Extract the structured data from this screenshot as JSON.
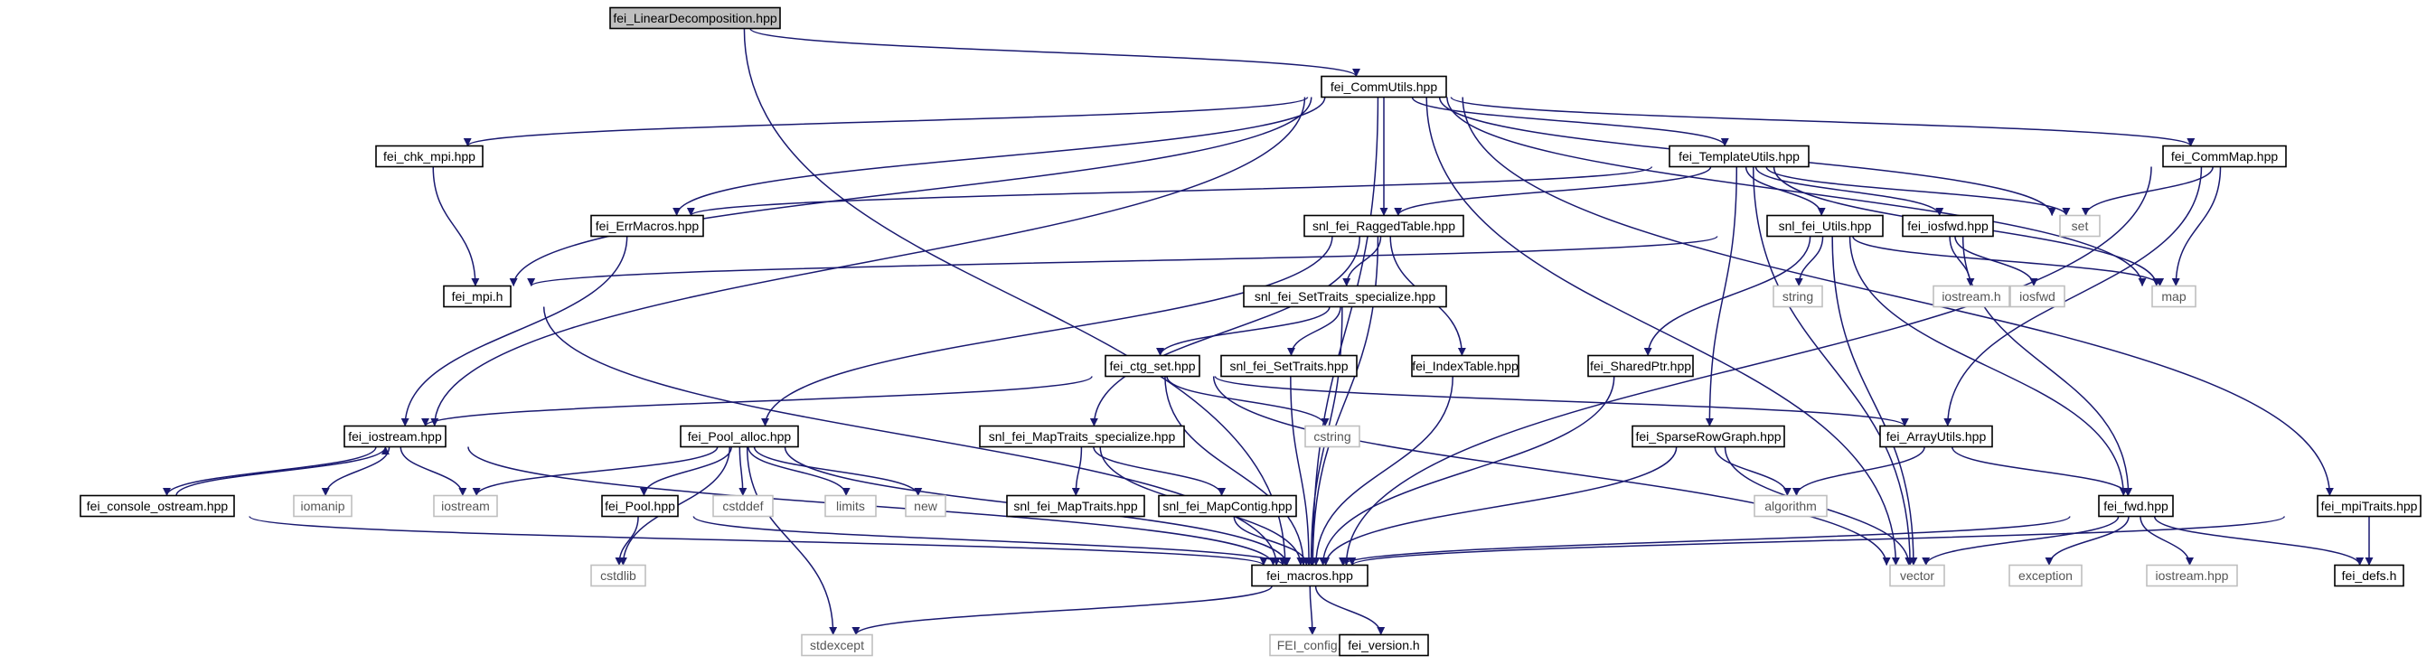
{
  "colors": {
    "edge": "#191970",
    "border_dark": "#000000",
    "border_light": "#bfbfbf",
    "text_dark": "#000000",
    "text_light": "#555555",
    "root_fill": "#bfbfbf",
    "node_fill": "#ffffff"
  },
  "nodes": [
    {
      "id": "fei_LinearDecomposition",
      "label": "fei_LinearDecomposition.hpp",
      "style": "root"
    },
    {
      "id": "fei_CommUtils",
      "label": "fei_CommUtils.hpp",
      "style": "file"
    },
    {
      "id": "fei_chk_mpi",
      "label": "fei_chk_mpi.hpp",
      "style": "file"
    },
    {
      "id": "fei_TemplateUtils",
      "label": "fei_TemplateUtils.hpp",
      "style": "file"
    },
    {
      "id": "fei_CommMap",
      "label": "fei_CommMap.hpp",
      "style": "file"
    },
    {
      "id": "fei_ErrMacros",
      "label": "fei_ErrMacros.hpp",
      "style": "file"
    },
    {
      "id": "snl_fei_RaggedTable",
      "label": "snl_fei_RaggedTable.hpp",
      "style": "file"
    },
    {
      "id": "snl_fei_Utils",
      "label": "snl_fei_Utils.hpp",
      "style": "file"
    },
    {
      "id": "fei_iosfwd",
      "label": "fei_iosfwd.hpp",
      "style": "file"
    },
    {
      "id": "set",
      "label": "set",
      "style": "system"
    },
    {
      "id": "fei_mpi",
      "label": "fei_mpi.h",
      "style": "file"
    },
    {
      "id": "snl_fei_SetTraits_specialize",
      "label": "snl_fei_SetTraits_specialize.hpp",
      "style": "file"
    },
    {
      "id": "string",
      "label": "string",
      "style": "system"
    },
    {
      "id": "iostream_h",
      "label": "iostream.h",
      "style": "system"
    },
    {
      "id": "iosfwd",
      "label": "iosfwd",
      "style": "system"
    },
    {
      "id": "map",
      "label": "map",
      "style": "system"
    },
    {
      "id": "fei_ctg_set",
      "label": "fei_ctg_set.hpp",
      "style": "file"
    },
    {
      "id": "snl_fei_SetTraits",
      "label": "snl_fei_SetTraits.hpp",
      "style": "file"
    },
    {
      "id": "fei_IndexTable",
      "label": "fei_IndexTable.hpp",
      "style": "file"
    },
    {
      "id": "fei_SharedPtr",
      "label": "fei_SharedPtr.hpp",
      "style": "file"
    },
    {
      "id": "fei_iostream",
      "label": "fei_iostream.hpp",
      "style": "file"
    },
    {
      "id": "fei_Pool_alloc",
      "label": "fei_Pool_alloc.hpp",
      "style": "file"
    },
    {
      "id": "cstring",
      "label": "cstring",
      "style": "system"
    },
    {
      "id": "snl_fei_MapTraits_specialize",
      "label": "snl_fei_MapTraits_specialize.hpp",
      "style": "file"
    },
    {
      "id": "fei_SparseRowGraph",
      "label": "fei_SparseRowGraph.hpp",
      "style": "file"
    },
    {
      "id": "fei_ArrayUtils",
      "label": "fei_ArrayUtils.hpp",
      "style": "file"
    },
    {
      "id": "fei_console_ostream",
      "label": "fei_console_ostream.hpp",
      "style": "file"
    },
    {
      "id": "iomanip",
      "label": "iomanip",
      "style": "system"
    },
    {
      "id": "iostream",
      "label": "iostream",
      "style": "system"
    },
    {
      "id": "fei_Pool",
      "label": "fei_Pool.hpp",
      "style": "file"
    },
    {
      "id": "cstddef",
      "label": "cstddef",
      "style": "system"
    },
    {
      "id": "limits",
      "label": "limits",
      "style": "system"
    },
    {
      "id": "new",
      "label": "new",
      "style": "system"
    },
    {
      "id": "snl_fei_MapTraits",
      "label": "snl_fei_MapTraits.hpp",
      "style": "file"
    },
    {
      "id": "snl_fei_MapContig",
      "label": "snl_fei_MapContig.hpp",
      "style": "file"
    },
    {
      "id": "algorithm",
      "label": "algorithm",
      "style": "system"
    },
    {
      "id": "fei_fwd",
      "label": "fei_fwd.hpp",
      "style": "file"
    },
    {
      "id": "fei_mpiTraits",
      "label": "fei_mpiTraits.hpp",
      "style": "file"
    },
    {
      "id": "cstdlib",
      "label": "cstdlib",
      "style": "system"
    },
    {
      "id": "fei_macros",
      "label": "fei_macros.hpp",
      "style": "file"
    },
    {
      "id": "vector",
      "label": "vector",
      "style": "system"
    },
    {
      "id": "exception",
      "label": "exception",
      "style": "system"
    },
    {
      "id": "iostream_hpp",
      "label": "iostream.hpp",
      "style": "system"
    },
    {
      "id": "fei_defs",
      "label": "fei_defs.h",
      "style": "file"
    },
    {
      "id": "stdexcept",
      "label": "stdexcept",
      "style": "system"
    },
    {
      "id": "FEI_config",
      "label": "FEI_config.h",
      "style": "system"
    },
    {
      "id": "fei_version",
      "label": "fei_version.h",
      "style": "file"
    }
  ],
  "edges": [
    [
      "fei_LinearDecomposition",
      "fei_CommUtils"
    ],
    [
      "fei_LinearDecomposition",
      "fei_macros"
    ],
    [
      "fei_CommUtils",
      "fei_chk_mpi"
    ],
    [
      "fei_CommUtils",
      "fei_mpi"
    ],
    [
      "fei_CommUtils",
      "fei_iostream"
    ],
    [
      "fei_CommUtils",
      "fei_ErrMacros"
    ],
    [
      "fei_CommUtils",
      "fei_macros"
    ],
    [
      "fei_CommUtils",
      "snl_fei_RaggedTable"
    ],
    [
      "fei_CommUtils",
      "fei_TemplateUtils"
    ],
    [
      "fei_CommUtils",
      "set"
    ],
    [
      "fei_CommUtils",
      "map"
    ],
    [
      "fei_CommUtils",
      "fei_CommMap"
    ],
    [
      "fei_CommUtils",
      "vector"
    ],
    [
      "fei_CommUtils",
      "fei_mpiTraits"
    ],
    [
      "fei_chk_mpi",
      "fei_mpi"
    ],
    [
      "fei_mpi",
      "fei_macros"
    ],
    [
      "fei_ErrMacros",
      "fei_iostream"
    ],
    [
      "fei_TemplateUtils",
      "fei_ErrMacros"
    ],
    [
      "fei_TemplateUtils",
      "snl_fei_RaggedTable"
    ],
    [
      "fei_TemplateUtils",
      "snl_fei_Utils"
    ],
    [
      "fei_TemplateUtils",
      "fei_iosfwd"
    ],
    [
      "fei_TemplateUtils",
      "set"
    ],
    [
      "fei_TemplateUtils",
      "map"
    ],
    [
      "fei_TemplateUtils",
      "fei_SparseRowGraph"
    ],
    [
      "fei_TemplateUtils",
      "vector"
    ],
    [
      "fei_CommMap",
      "set"
    ],
    [
      "fei_CommMap",
      "map"
    ],
    [
      "fei_CommMap",
      "fei_ArrayUtils"
    ],
    [
      "fei_CommMap",
      "fei_macros"
    ],
    [
      "snl_fei_RaggedTable",
      "snl_fei_SetTraits_specialize"
    ],
    [
      "snl_fei_RaggedTable",
      "fei_IndexTable"
    ],
    [
      "snl_fei_RaggedTable",
      "fei_Pool_alloc"
    ],
    [
      "snl_fei_RaggedTable",
      "snl_fei_MapTraits_specialize"
    ],
    [
      "snl_fei_RaggedTable",
      "fei_macros"
    ],
    [
      "snl_fei_Utils",
      "fei_mpi"
    ],
    [
      "snl_fei_Utils",
      "string"
    ],
    [
      "snl_fei_Utils",
      "map"
    ],
    [
      "snl_fei_Utils",
      "fei_SharedPtr"
    ],
    [
      "snl_fei_Utils",
      "vector"
    ],
    [
      "snl_fei_Utils",
      "fei_fwd"
    ],
    [
      "fei_iosfwd",
      "iostream_h"
    ],
    [
      "fei_iosfwd",
      "iosfwd"
    ],
    [
      "fei_iosfwd",
      "fei_fwd"
    ],
    [
      "snl_fei_SetTraits_specialize",
      "fei_ctg_set"
    ],
    [
      "snl_fei_SetTraits_specialize",
      "snl_fei_SetTraits"
    ],
    [
      "snl_fei_SetTraits_specialize",
      "fei_macros"
    ],
    [
      "fei_ctg_set",
      "fei_iostream"
    ],
    [
      "fei_ctg_set",
      "cstring"
    ],
    [
      "fei_ctg_set",
      "fei_ArrayUtils"
    ],
    [
      "fei_ctg_set",
      "fei_macros"
    ],
    [
      "fei_ctg_set",
      "vector"
    ],
    [
      "snl_fei_SetTraits",
      "fei_macros"
    ],
    [
      "fei_IndexTable",
      "fei_macros"
    ],
    [
      "fei_SharedPtr",
      "fei_macros"
    ],
    [
      "fei_iostream",
      "fei_console_ostream"
    ],
    [
      "fei_iostream",
      "iomanip"
    ],
    [
      "fei_iostream",
      "iostream"
    ],
    [
      "fei_iostream",
      "fei_macros"
    ],
    [
      "fei_console_ostream",
      "fei_iostream"
    ],
    [
      "fei_console_ostream",
      "fei_macros"
    ],
    [
      "fei_Pool_alloc",
      "fei_Pool"
    ],
    [
      "fei_Pool_alloc",
      "cstddef"
    ],
    [
      "fei_Pool_alloc",
      "limits"
    ],
    [
      "fei_Pool_alloc",
      "new"
    ],
    [
      "fei_Pool_alloc",
      "iostream"
    ],
    [
      "fei_Pool_alloc",
      "cstdlib"
    ],
    [
      "fei_Pool_alloc",
      "stdexcept"
    ],
    [
      "fei_Pool_alloc",
      "fei_macros"
    ],
    [
      "fei_Pool",
      "cstdlib"
    ],
    [
      "fei_Pool",
      "fei_macros"
    ],
    [
      "snl_fei_MapTraits_specialize",
      "snl_fei_MapTraits"
    ],
    [
      "snl_fei_MapTraits_specialize",
      "snl_fei_MapContig"
    ],
    [
      "snl_fei_MapTraits_specialize",
      "fei_macros"
    ],
    [
      "snl_fei_MapContig",
      "fei_macros"
    ],
    [
      "fei_SparseRowGraph",
      "algorithm"
    ],
    [
      "fei_SparseRowGraph",
      "vector"
    ],
    [
      "fei_SparseRowGraph",
      "fei_macros"
    ],
    [
      "fei_ArrayUtils",
      "algorithm"
    ],
    [
      "fei_ArrayUtils",
      "fei_fwd"
    ],
    [
      "fei_fwd",
      "fei_macros"
    ],
    [
      "fei_fwd",
      "vector"
    ],
    [
      "fei_fwd",
      "exception"
    ],
    [
      "fei_fwd",
      "iostream_hpp"
    ],
    [
      "fei_fwd",
      "fei_defs"
    ],
    [
      "fei_mpiTraits",
      "fei_macros"
    ],
    [
      "fei_mpiTraits",
      "fei_defs"
    ],
    [
      "fei_macros",
      "stdexcept"
    ],
    [
      "fei_macros",
      "FEI_config"
    ],
    [
      "fei_macros",
      "fei_version"
    ]
  ]
}
